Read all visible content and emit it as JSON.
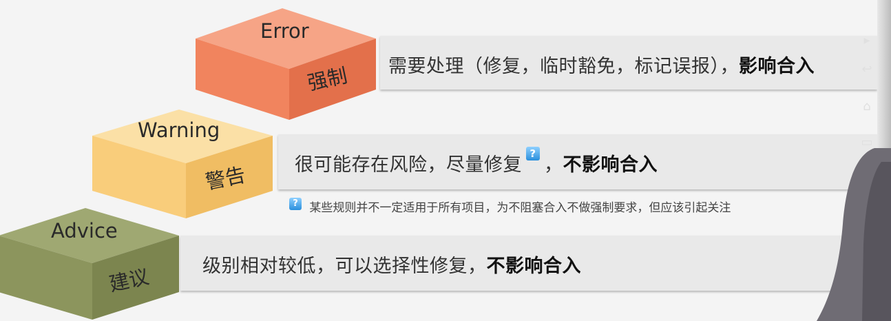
{
  "levels": [
    {
      "name": "Error",
      "cn": "强制",
      "desc": "需要处理（修复，临时豁免，标记误报），",
      "desc_bold": "影响合入",
      "colors": {
        "top": "#f6a486",
        "front": "#f1845e",
        "side": "#e3704b"
      }
    },
    {
      "name": "Warning",
      "cn": "警告",
      "desc": "很可能存在风险，尽量修复",
      "help": "?",
      "desc_tail": "，",
      "desc_bold": "不影响合入",
      "colors": {
        "top": "#fbe0a6",
        "front": "#f9cd7b",
        "side": "#f0bd63"
      }
    },
    {
      "name": "Advice",
      "cn": "建议",
      "desc": "级别相对较低，可以选择性修复，",
      "desc_bold": "不影响合入",
      "colors": {
        "top": "#9fa872",
        "front": "#8c955d",
        "side": "#7c854f"
      }
    }
  ],
  "note": {
    "icon": "?",
    "text": "某些规则并不一定适用于所有项目，为不阻塞合入不做强制要求，但应该引起关注"
  },
  "side_icons": [
    "next-icon",
    "back-icon",
    "home-icon",
    "screen-icon"
  ]
}
